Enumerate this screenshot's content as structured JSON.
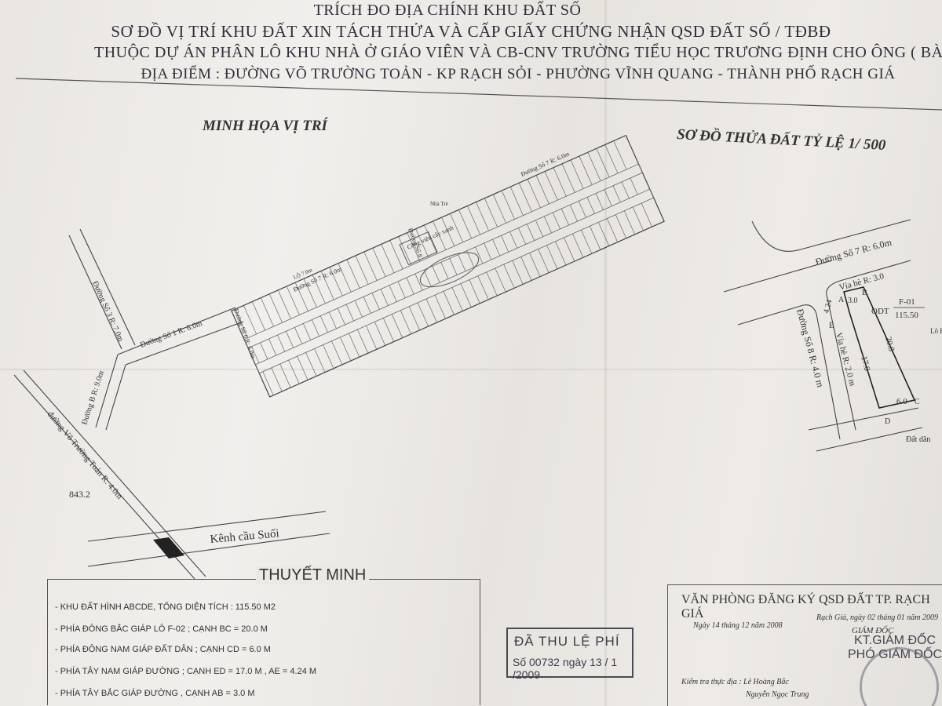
{
  "header": {
    "line1": "TRÍCH ĐO ĐỊA CHÍNH KHU ĐẤT SỐ",
    "line2": "SƠ ĐỒ VỊ TRÍ KHU ĐẤT XIN TÁCH THỬA VÀ CẤP GIẤY CHỨNG NHẬN QSD ĐẤT SỐ                / TĐBĐ",
    "line3": "THUỘC DỰ ÁN PHÂN LÔ KHU NHÀ Ở GIÁO VIÊN VÀ CB-CNV TRƯỜNG TIỂU HỌC TRƯƠNG ĐỊNH CHO ÔNG ( BÀ ) TRẦN THỊ LIÊN",
    "line4": "ĐỊA ĐIỂM : ĐƯỜNG VÕ TRƯỜNG TOẢN - KP RẠCH SỎI - PHƯỜNG VĨNH QUANG - THÀNH PHỐ RẠCH GIÁ"
  },
  "sections": {
    "left_title": "MINH HỌA VỊ TRÍ",
    "right_title": "SƠ ĐỒ THỬA ĐẤT TỶ LỆ 1/ 500"
  },
  "site_map": {
    "road_so1": "Đường Số 1 R: 6.0m",
    "road_so3": "Đường Số 3 R: 7.0m",
    "road_b": "Đường B R: 9.0m",
    "road_vtt": "đường Võ Trường Toản R: 4.0m",
    "road_so7": "Đường Số 7 R: 6.0m",
    "road_so6": "Đường Số 6 R: 6.0m",
    "road_so8": "Đường Số 8",
    "park": "Công viên cây xanh",
    "house": "Nhà Trẻ",
    "canal": "Kênh cầu Suối",
    "distance": "843.2",
    "lot_label": "LỘ 7.0m"
  },
  "parcel": {
    "road7": "Đường Số 7 R: 6.0m",
    "road8": "Đường Số 8 R: 4.0 m",
    "sidewalk_top": "Vỉa hè R: 3.0",
    "sidewalk_side": "Vỉa hè R: 2.0 m",
    "odt": "ODT",
    "lot": "F-01",
    "area": "115.50",
    "dim_ab": "3.0",
    "dim_ae": "4.24",
    "dim_bc": "20.0",
    "dim_ed": "17.0",
    "dim_cd": "6.0",
    "pt_a": "A",
    "pt_b": "B",
    "pt_c": "C",
    "pt_d": "D",
    "pt_e": "E",
    "neighbor": "Đất dân",
    "edge": "Lô F"
  },
  "notes": {
    "title": "THUYẾT MINH",
    "items": [
      "- KHU ĐẤT HÌNH ABCDE, TỔNG DIỆN TÍCH : 115.50 M2",
      "- PHÍA ĐÔNG BẮC GIÁP LÔ F-02 ; CẠNH BC = 20.0 M",
      "- PHÍA ĐÔNG NAM GIÁP ĐẤT DÂN ; CẠNH CD = 6.0 M",
      "- PHÍA TÂY NAM GIÁP ĐƯỜNG ; CẠNH ED = 17.0 M , AE = 4.24 M",
      "- PHÍA TÂY BẮC GIÁP ĐƯỜNG , CẠNH AB = 3.0 M"
    ]
  },
  "stamp": {
    "line1": "ĐÃ THU LỆ PHÍ",
    "line2": "Số 00732 ngày 13 / 1 /2009"
  },
  "office": {
    "title": "VĂN PHÒNG ĐĂNG KÝ QSD ĐẤT TP. RẠCH GIÁ",
    "date_left": "Ngày 14 tháng 12 năm 2008",
    "date_right": "Rạch Giá, ngày 02 tháng 01 năm 2009",
    "role": "GIÁM ĐỐC",
    "kt": "KT.GIÁM ĐỐC",
    "pho": "PHÓ GIÁM ĐỐC",
    "check": "Kiểm tra thực địa : Lê Hoàng Bắc",
    "person": "Nguyễn Ngọc Trung"
  }
}
